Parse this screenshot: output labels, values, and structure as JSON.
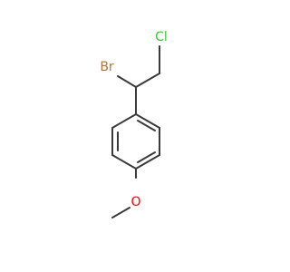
{
  "molecule": {
    "atoms": {
      "br": {
        "symbol": "Br",
        "color": "#b87333"
      },
      "cl": {
        "symbol": "Cl",
        "color": "#33cc33"
      },
      "o": {
        "symbol": "O",
        "color": "#ff0000"
      }
    },
    "bond_color": "#3a3a3a"
  }
}
